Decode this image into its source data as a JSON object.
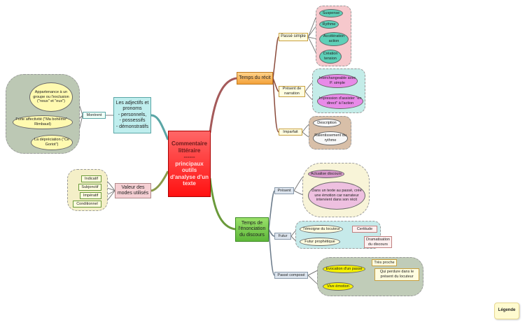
{
  "central": {
    "title": "Commentaire littéraire",
    "dash": "------",
    "subtitle": "principaux outils d'analyse d'un texte"
  },
  "left": {
    "adjectifs": {
      "label": "Les adjectifs et pronoms\n- personnels,\n- possessifs\n- démonstratifs",
      "montrent": "Montrent",
      "items": [
        "Appartenance à un groupe ou l'exclusion (\"nous\" et \"eux\")",
        "Forte affectivité (\"Ma bohème\" - Rimbaud)",
        "La dépréciation (\"Ce Goriot\")"
      ]
    },
    "modes": {
      "label": "Valeur des modes utilisés",
      "items": [
        "Indicatif",
        "Subjonctif",
        "Impératif",
        "Conditionnel"
      ]
    }
  },
  "recit": {
    "label": "Temps du récit",
    "passe_simple": {
      "label": "Passé simple",
      "items": [
        "Suspense",
        "Rythme",
        "Accélération action",
        "Création tension"
      ]
    },
    "present_narration": {
      "label": "Présent de narration",
      "items": [
        "Interchangeable avec P. simple",
        "Impression d'assister \"en direct\" à l'action"
      ]
    },
    "imparfait": {
      "label": "Imparfait",
      "items": [
        "Description",
        "Ralentissement du rythme"
      ]
    }
  },
  "enonciation": {
    "label": "Temps de l'énonciation du discours",
    "present": {
      "label": "Présent",
      "items": [
        "Actualise discours",
        "Dans un texte au passé, crée une émotion car narrateur intervient dans son récit"
      ]
    },
    "futur": {
      "label": "Futur",
      "items": [
        "Témoigne du locuteur",
        "Futur prophétique"
      ],
      "sub": [
        "Certitude",
        "Dramatisation du discours"
      ]
    },
    "passe_compose": {
      "label": "Passé composé",
      "items": [
        "Evocation d'un passé",
        "Vive émotion"
      ],
      "sub": [
        "Très proche",
        "Qui perdure dans le présent du locuteur"
      ]
    }
  },
  "legend": "Légende"
}
